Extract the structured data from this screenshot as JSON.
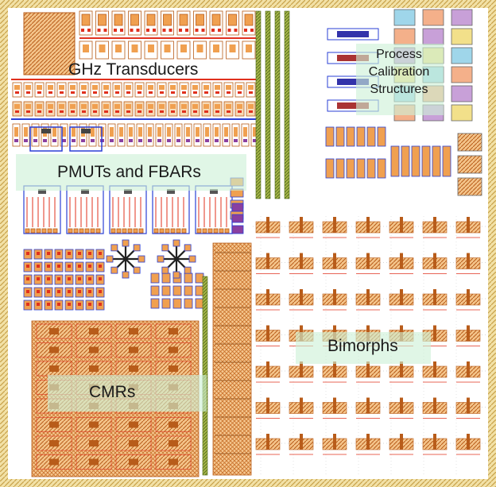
{
  "regions": {
    "ghz_transducers": {
      "label": "GHz Transducers"
    },
    "pmuts_fbars": {
      "label": "PMUTs and FBARs"
    },
    "process_calibration": {
      "lines": [
        "Process",
        "Calibration",
        "Structures"
      ]
    },
    "bimorphs": {
      "label": "Bimorphs"
    },
    "cmrs": {
      "label": "CMRs"
    }
  },
  "colors": {
    "frame": "#c8a24a",
    "frame_pattern": "#f2e1a6",
    "substrate": "#ffffff",
    "metal_orange": "#f0a050",
    "metal_dark": "#b85c1a",
    "via_red": "#e0301e",
    "route_blue": "#2a3fd6",
    "via_purple": "#8a3fa0",
    "strip_green": "#6b8a2a",
    "label_highlight": "#d6f2dd"
  }
}
